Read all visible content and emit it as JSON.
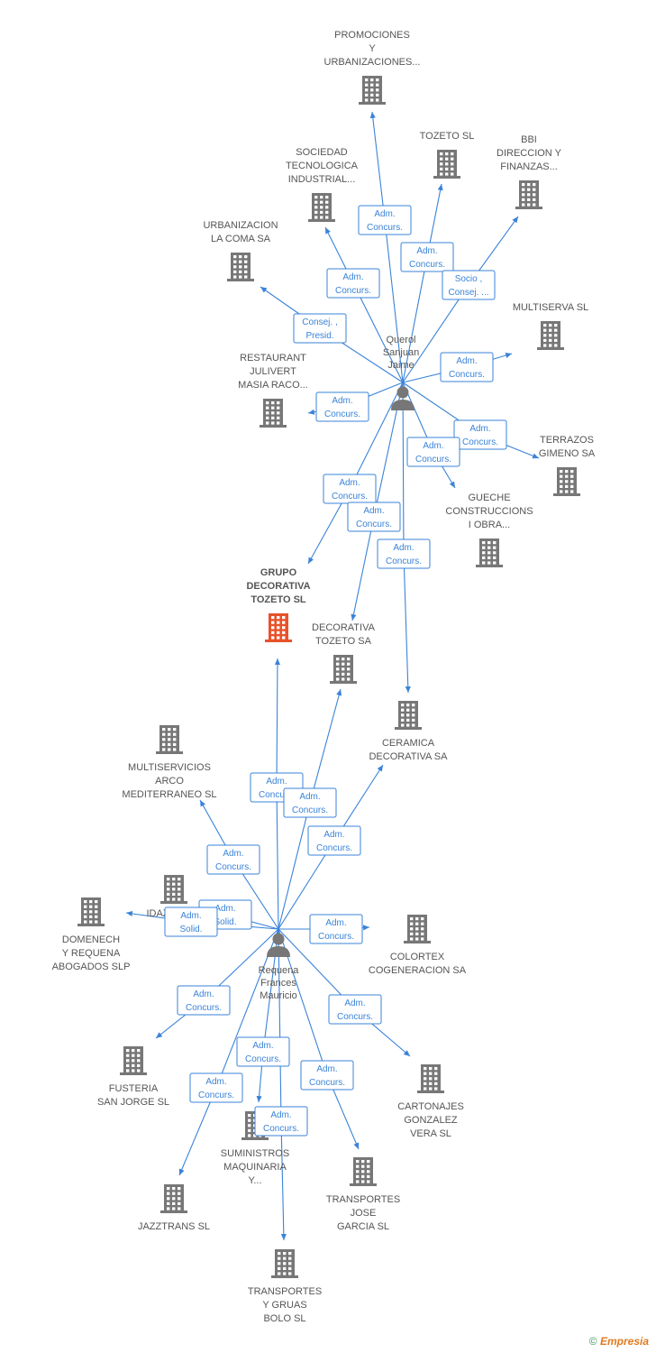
{
  "colors": {
    "edge": "#3a83d8",
    "company": "#777777",
    "company_main": "#e8522a",
    "person": "#777777",
    "label": "#555555"
  },
  "persons": [
    {
      "id": "querol",
      "lines": [
        "Querol",
        "Sanjuan",
        "Jaime"
      ]
    },
    {
      "id": "requena",
      "lines": [
        "Requena",
        "Frances",
        "Mauricio"
      ]
    }
  ],
  "companies": [
    {
      "id": "promociones",
      "lines": [
        "PROMOCIONES",
        "Y",
        "URBANIZACIONES..."
      ],
      "main": false
    },
    {
      "id": "tozeto",
      "lines": [
        "TOZETO SL"
      ],
      "main": false
    },
    {
      "id": "bbi",
      "lines": [
        "BBI",
        "DIRECCION Y",
        "FINANZAS..."
      ],
      "main": false
    },
    {
      "id": "sociedad",
      "lines": [
        "SOCIEDAD",
        "TECNOLOGICA",
        "INDUSTRIAL..."
      ],
      "main": false
    },
    {
      "id": "urbanizacion",
      "lines": [
        "URBANIZACION",
        "LA COMA SA"
      ],
      "main": false
    },
    {
      "id": "multiserva",
      "lines": [
        "MULTISERVA SL"
      ],
      "main": false
    },
    {
      "id": "restaurant",
      "lines": [
        "RESTAURANT",
        "JULIVERT",
        "MASIA RACO..."
      ],
      "main": false
    },
    {
      "id": "terrazos",
      "lines": [
        "TERRAZOS",
        "GIMENO SA"
      ],
      "main": false
    },
    {
      "id": "gueche",
      "lines": [
        "GUECHE",
        "CONSTRUCCIONS",
        "I OBRA..."
      ],
      "main": false
    },
    {
      "id": "grupo",
      "lines": [
        "GRUPO",
        "DECORATIVA",
        "TOZETO SL"
      ],
      "main": true
    },
    {
      "id": "decorativa",
      "lines": [
        "DECORATIVA",
        "TOZETO SA"
      ],
      "main": false
    },
    {
      "id": "ceramica",
      "lines": [
        "CERAMICA",
        "DECORATIVA SA"
      ],
      "main": false
    },
    {
      "id": "multiservicios",
      "lines": [
        "MULTISERVICIOS",
        "ARCO",
        "MEDITERRANEO SL"
      ],
      "main": false
    },
    {
      "id": "idaz",
      "lines": [
        "IDAZ"
      ],
      "main": false
    },
    {
      "id": "domenech",
      "lines": [
        "DOMENECH",
        "Y REQUENA",
        "ABOGADOS SLP"
      ],
      "main": false
    },
    {
      "id": "colortex",
      "lines": [
        "COLORTEX",
        "COGENERACION SA"
      ],
      "main": false
    },
    {
      "id": "fusteria",
      "lines": [
        "FUSTERIA",
        "SAN JORGE SL"
      ],
      "main": false
    },
    {
      "id": "cartonajes",
      "lines": [
        "CARTONAJES",
        "GONZALEZ",
        "VERA SL"
      ],
      "main": false
    },
    {
      "id": "suministros",
      "lines": [
        "SUMINISTROS",
        "MAQUINARIA",
        "Y..."
      ],
      "main": false
    },
    {
      "id": "jazztrans",
      "lines": [
        "JAZZTRANS SL"
      ],
      "main": false
    },
    {
      "id": "transportes_jose",
      "lines": [
        "TRANSPORTES",
        "JOSE",
        "GARCIA SL"
      ],
      "main": false
    },
    {
      "id": "transportes_gruas",
      "lines": [
        "TRANSPORTES",
        "Y GRUAS",
        "BOLO SL"
      ],
      "main": false
    }
  ],
  "relations": [
    {
      "from": "querol",
      "to": "promociones",
      "lines": [
        "Adm.",
        "Concurs."
      ]
    },
    {
      "from": "querol",
      "to": "tozeto",
      "lines": [
        "Adm.",
        "Concurs."
      ]
    },
    {
      "from": "querol",
      "to": "bbi",
      "lines": [
        "Socio ,",
        "Consej. ..."
      ]
    },
    {
      "from": "querol",
      "to": "sociedad",
      "lines": [
        "Adm.",
        "Concurs."
      ]
    },
    {
      "from": "querol",
      "to": "urbanizacion",
      "lines": [
        "Consej. ,",
        "Presid."
      ]
    },
    {
      "from": "querol",
      "to": "multiserva",
      "lines": [
        "Adm.",
        "Concurs."
      ]
    },
    {
      "from": "querol",
      "to": "restaurant",
      "lines": [
        "Adm.",
        "Concurs."
      ]
    },
    {
      "from": "querol",
      "to": "terrazos",
      "lines": [
        "Adm.",
        "Concurs."
      ]
    },
    {
      "from": "querol",
      "to": "gueche",
      "lines": [
        "Adm.",
        "Concurs."
      ]
    },
    {
      "from": "querol",
      "to": "grupo",
      "lines": [
        "Adm.",
        "Concurs."
      ]
    },
    {
      "from": "querol",
      "to": "decorativa",
      "lines": [
        "Adm.",
        "Concurs."
      ]
    },
    {
      "from": "querol",
      "to": "ceramica",
      "lines": [
        "Adm.",
        "Concurs."
      ]
    },
    {
      "from": "requena",
      "to": "grupo",
      "lines": [
        "Adm.",
        "Concurs."
      ]
    },
    {
      "from": "requena",
      "to": "decorativa",
      "lines": [
        "Adm.",
        "Concurs."
      ]
    },
    {
      "from": "requena",
      "to": "ceramica",
      "lines": [
        "Adm.",
        "Concurs."
      ]
    },
    {
      "from": "requena",
      "to": "multiservicios",
      "lines": [
        "Adm.",
        "Concurs."
      ]
    },
    {
      "from": "requena",
      "to": "idaz",
      "lines": [
        "Adm.",
        "Solid."
      ]
    },
    {
      "from": "requena",
      "to": "domenech",
      "lines": [
        "Adm.",
        "Solid."
      ]
    },
    {
      "from": "requena",
      "to": "colortex",
      "lines": [
        "Adm.",
        "Concurs."
      ]
    },
    {
      "from": "requena",
      "to": "fusteria",
      "lines": [
        "Adm.",
        "Concurs."
      ]
    },
    {
      "from": "requena",
      "to": "cartonajes",
      "lines": [
        "Adm.",
        "Concurs."
      ]
    },
    {
      "from": "requena",
      "to": "suministros",
      "lines": [
        "Adm.",
        "Concurs."
      ]
    },
    {
      "from": "requena",
      "to": "jazztrans",
      "lines": [
        "Adm.",
        "Concurs."
      ]
    },
    {
      "from": "requena",
      "to": "transportes_jose",
      "lines": [
        "Adm.",
        "Concurs."
      ]
    },
    {
      "from": "requena",
      "to": "transportes_gruas",
      "lines": [
        "Adm.",
        "Concurs."
      ]
    }
  ],
  "footer": {
    "copyright": "©",
    "brand": "Empresia"
  }
}
